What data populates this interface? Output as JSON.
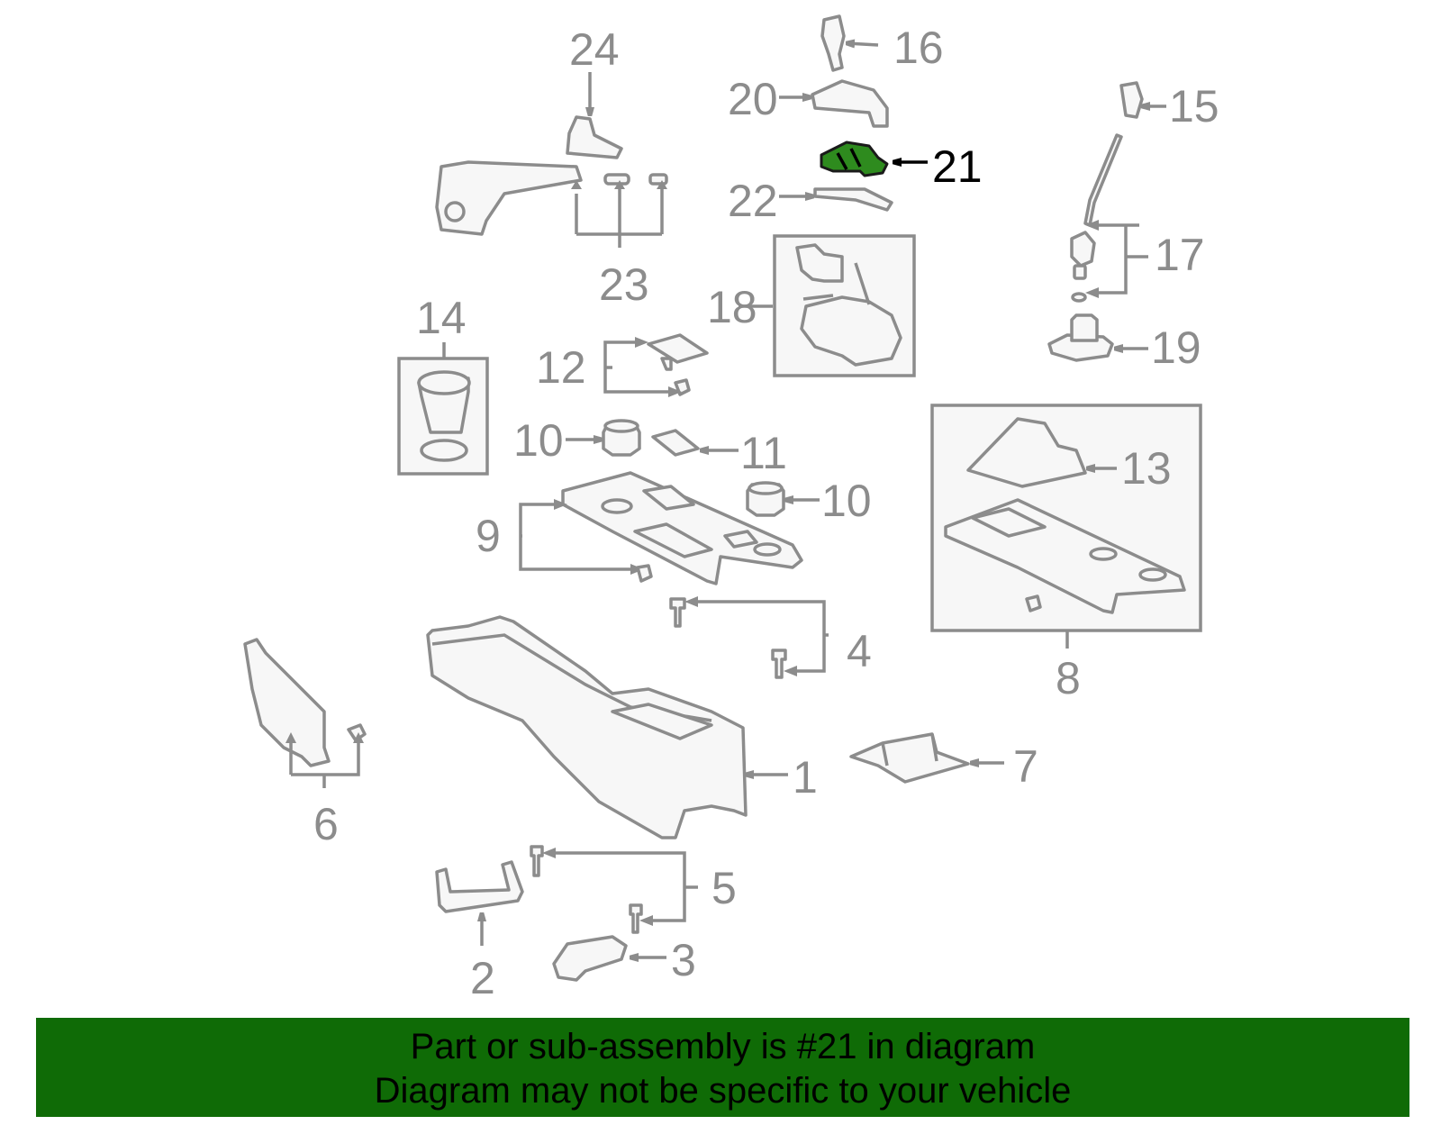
{
  "diagram": {
    "highlighted_part": "21",
    "callouts": [
      "1",
      "2",
      "3",
      "4",
      "5",
      "6",
      "7",
      "8",
      "9",
      "10",
      "10",
      "11",
      "12",
      "13",
      "14",
      "15",
      "16",
      "17",
      "18",
      "19",
      "20",
      "21",
      "22",
      "23",
      "24"
    ]
  },
  "banner": {
    "line1": "Part or sub-assembly is #21 in diagram",
    "line2": "Diagram may not be specific to your vehicle"
  },
  "colors": {
    "banner_bg": "#0f6b06",
    "highlight_part": "#2e8b1e",
    "line_gray": "#8c8c8c"
  }
}
